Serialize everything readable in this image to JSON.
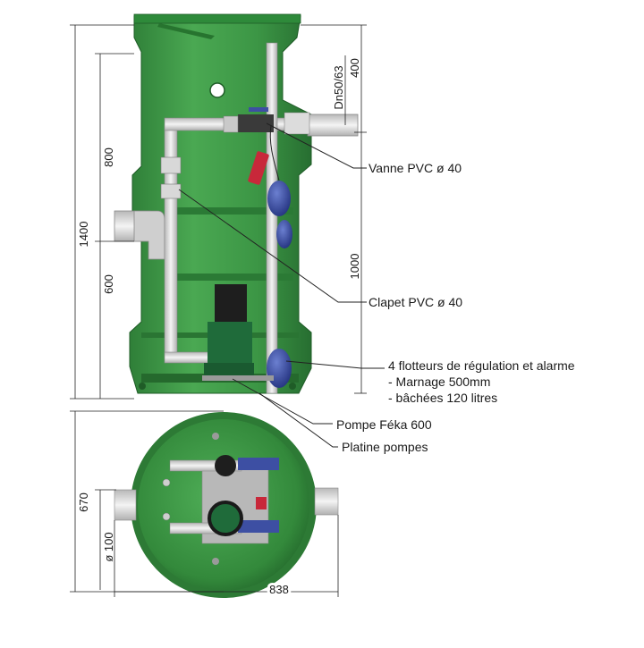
{
  "dimensions": {
    "total_height": "1400",
    "upper_height": "800",
    "lower_height": "600",
    "outlet_dn": "Dn50/63",
    "top_offset": "400",
    "float_height": "1000",
    "base_height": "670",
    "inlet_diameter": "ø 100",
    "width": "838"
  },
  "labels": {
    "valve": "Vanne PVC ø 40",
    "check_valve": "Clapet PVC ø 40",
    "floats_title": "4 flotteurs de régulation et alarme",
    "floats_line1": "- Marnage 500mm",
    "floats_line2": "- bâchées 120 litres",
    "pump": "Pompe Féka 600",
    "plate": "Platine pompes"
  },
  "colors": {
    "tank_green": "#3f9a46",
    "tank_dark": "#2b7a35",
    "pipe_grey": "#dcdcdc",
    "float_blue": "#3d4fa3",
    "valve_red": "#c8283a",
    "pump_green": "#1f6b3a"
  }
}
